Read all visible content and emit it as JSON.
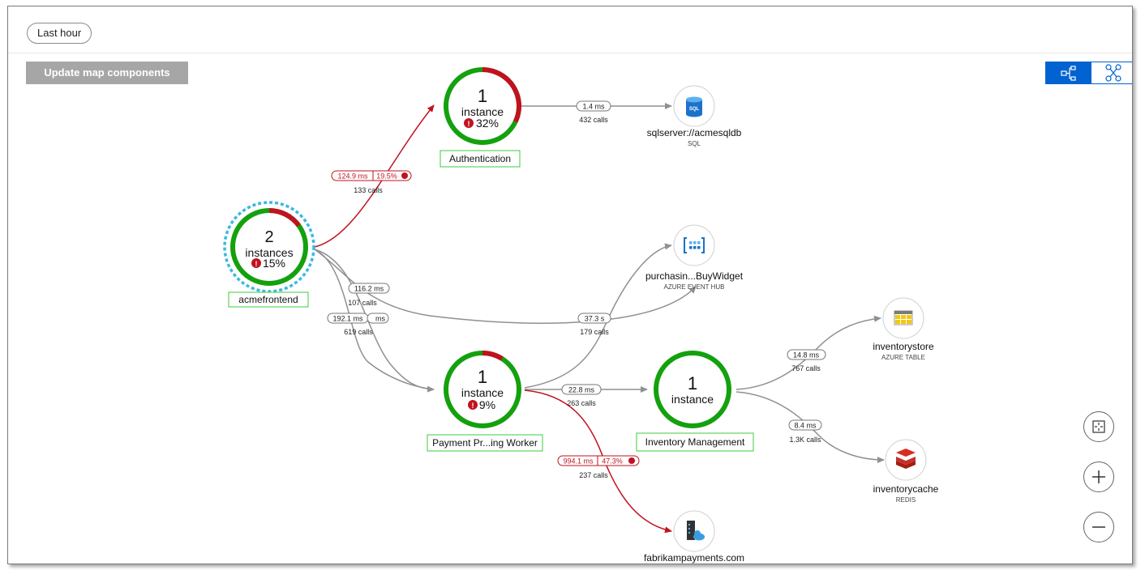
{
  "toolbar": {
    "time_range": "Last hour",
    "update_button": "Update map components"
  },
  "colors": {
    "healthy": "#13a10e",
    "failed": "#c1121f",
    "edge_ok": "#909090",
    "selected_ring": "#3bb9e3",
    "label_border": "#3ccb3c",
    "accent": "#0063d1"
  },
  "nodes": {
    "acmefrontend": {
      "count": "2",
      "unit": "instances",
      "failure": "15%",
      "label": "acmefrontend",
      "failure_fraction": 0.15
    },
    "authentication": {
      "count": "1",
      "unit": "instance",
      "failure": "32%",
      "label": "Authentication",
      "failure_fraction": 0.32
    },
    "payment": {
      "count": "1",
      "unit": "instance",
      "failure": "9%",
      "label": "Payment Pr...ing Worker",
      "failure_fraction": 0.09
    },
    "inventory": {
      "count": "1",
      "unit": "instance",
      "label": "Inventory Management"
    }
  },
  "dependencies": {
    "sql": {
      "name": "sqlserver://acmesqldb",
      "type": "SQL",
      "icon": "sql-database-icon"
    },
    "eventhub": {
      "name": "purchasin...BuyWidget",
      "type": "AZURE EVENT HUB",
      "icon": "event-hub-icon"
    },
    "table": {
      "name": "inventorystore",
      "type": "AZURE TABLE",
      "icon": "azure-table-icon"
    },
    "redis": {
      "name": "inventorycache",
      "type": "REDIS",
      "icon": "redis-icon"
    },
    "fabrikam": {
      "name": "fabrikampayments.com",
      "icon": "web-service-icon"
    }
  },
  "edges": {
    "frontend_auth": {
      "duration": "124.9 ms",
      "failure": "19.5%",
      "calls": "133 calls"
    },
    "auth_sql": {
      "duration": "1.4 ms",
      "calls": "432 calls"
    },
    "frontend_eventhub": {
      "duration": "116.2 ms",
      "calls": "107 calls"
    },
    "frontend_payment": {
      "duration": "192.1 ms",
      "duration2": "ms",
      "calls": "619 calls"
    },
    "payment_eventhub": {
      "duration": "37.3 s",
      "calls": "179 calls"
    },
    "payment_inventory": {
      "duration": "22.8 ms",
      "calls": "263 calls"
    },
    "payment_fabrikam": {
      "duration": "994.1 ms",
      "failure": "47.3%",
      "calls": "237 calls"
    },
    "inventory_table": {
      "duration": "14.8 ms",
      "calls": "767 calls"
    },
    "inventory_redis": {
      "duration": "8.4 ms",
      "calls": "1.3K calls"
    }
  },
  "controls": [
    "fit-to-screen-icon",
    "zoom-in-icon",
    "zoom-out-icon"
  ]
}
